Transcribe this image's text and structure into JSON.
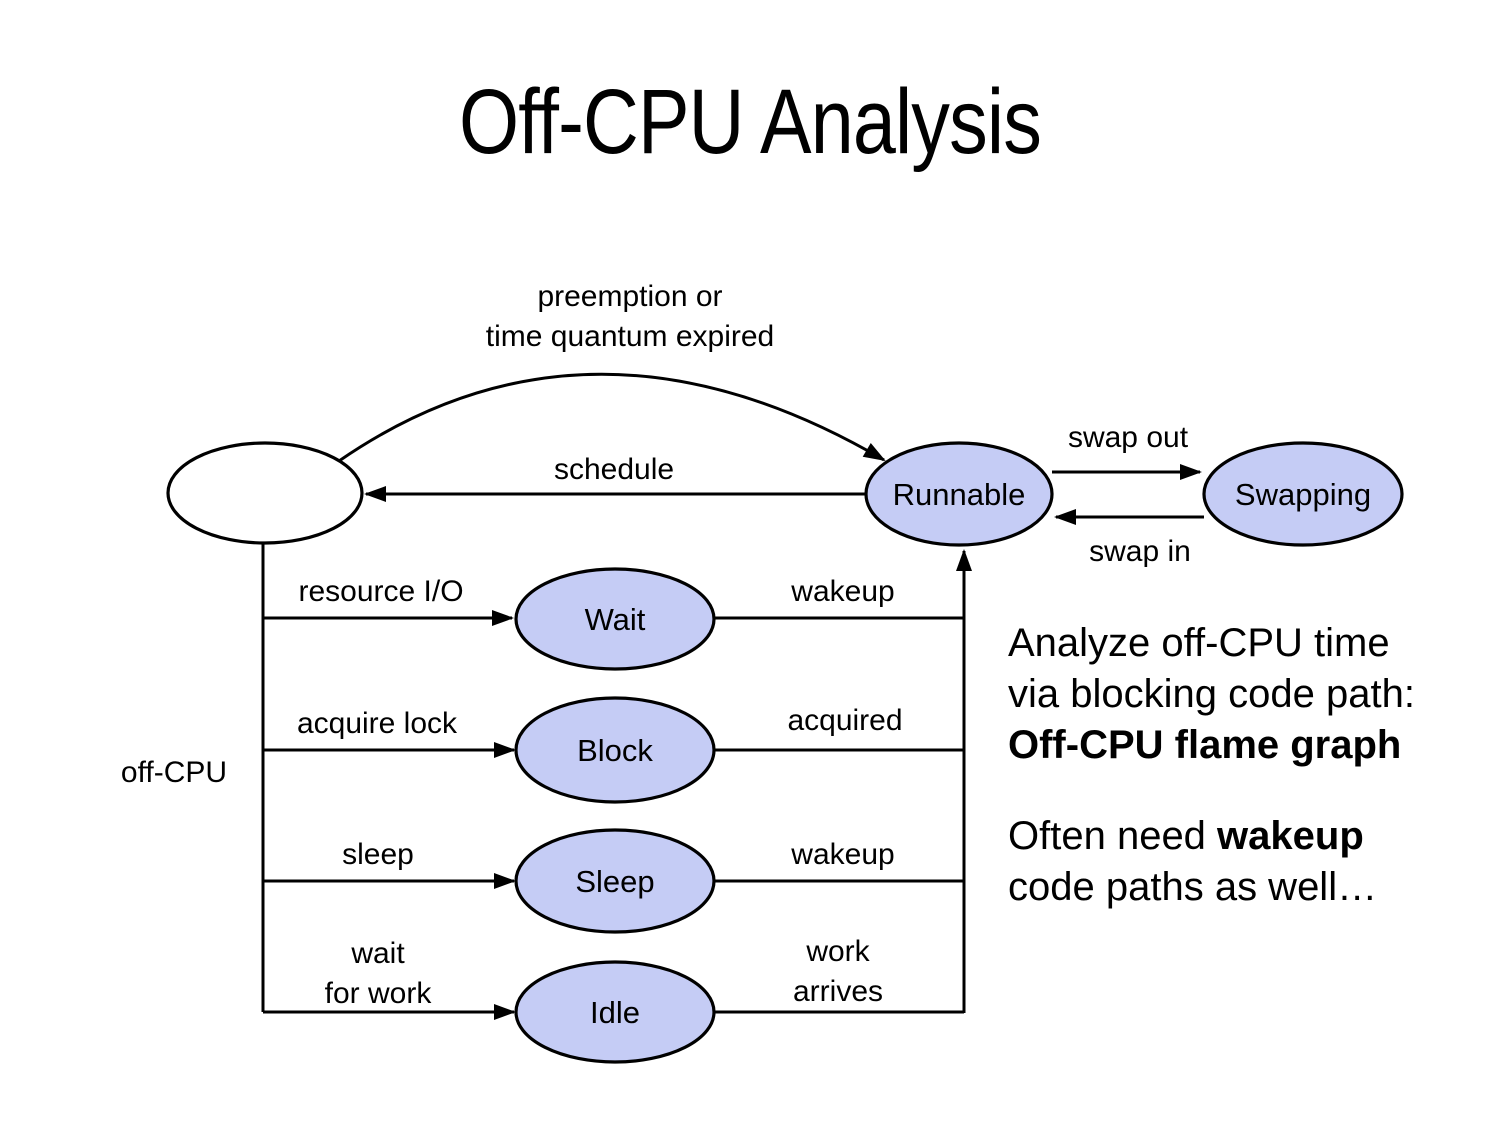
{
  "slide": {
    "title": "Off-CPU Analysis"
  },
  "colors": {
    "node_fill": "#c5ccf5",
    "node_stroke": "#000000",
    "line": "#000000",
    "background": "#ffffff",
    "text": "#000000"
  },
  "diagram": {
    "nodes": {
      "oncpu": {
        "label": ""
      },
      "runnable": {
        "label": "Runnable"
      },
      "swapping": {
        "label": "Swapping"
      },
      "wait": {
        "label": "Wait"
      },
      "block": {
        "label": "Block"
      },
      "sleep": {
        "label": "Sleep"
      },
      "idle": {
        "label": "Idle"
      }
    },
    "edge_labels": {
      "preemption_line1": "preemption or",
      "preemption_line2": "time quantum expired",
      "schedule": "schedule",
      "swap_out": "swap out",
      "swap_in": "swap in",
      "resource_io": "resource I/O",
      "wakeup_from_wait": "wakeup",
      "acquire_lock": "acquire lock",
      "acquired": "acquired",
      "sleep": "sleep",
      "wakeup_from_sleep": "wakeup",
      "wait_for_work_line1": "wait",
      "wait_for_work_line2": "for work",
      "work_arrives_line1": "work",
      "work_arrives_line2": "arrives"
    },
    "region_label": "off-CPU"
  },
  "annotation": {
    "line1": "Analyze off-CPU time",
    "line2": "via blocking code path:",
    "line3_bold": "Off-CPU flame graph",
    "para2_prefix": "Often need ",
    "para2_bold": "wakeup",
    "para2_line2": "code paths as well…"
  }
}
